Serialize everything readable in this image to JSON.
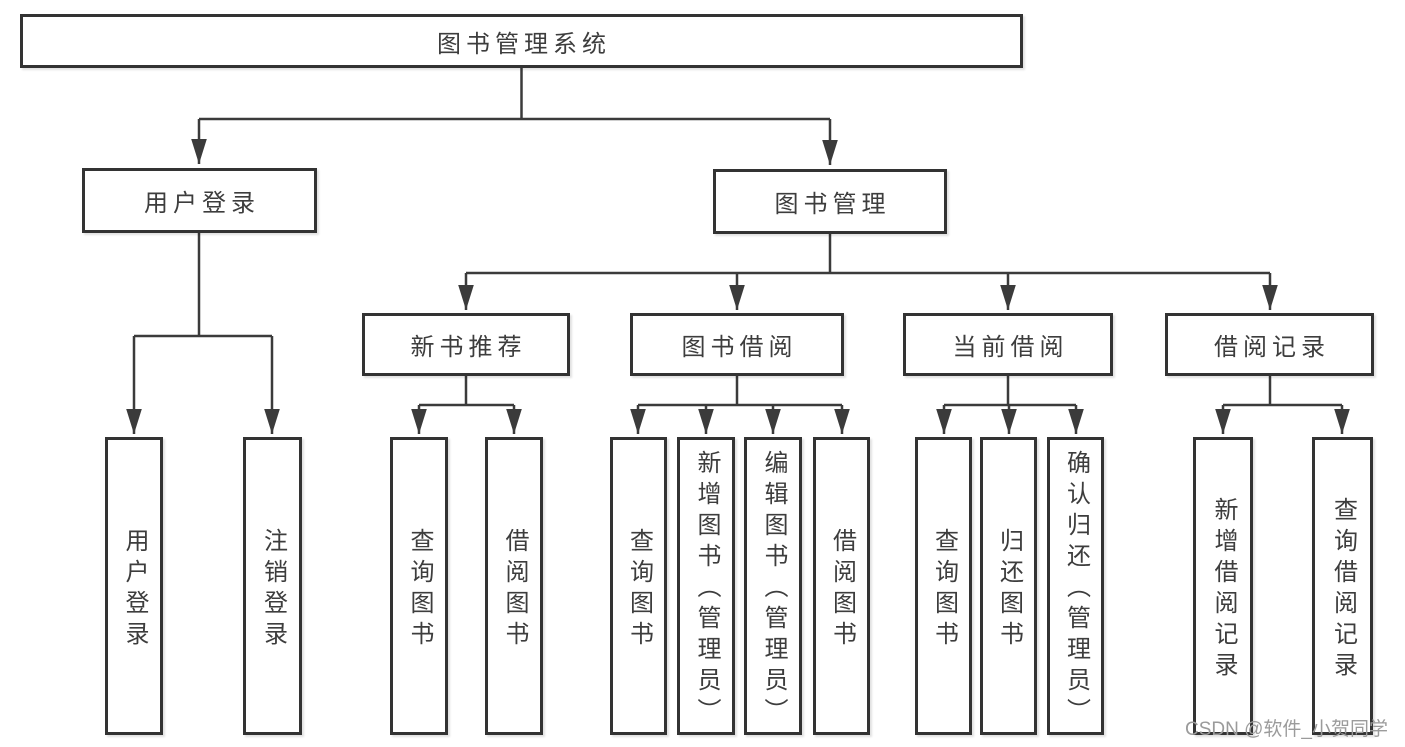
{
  "diagram": {
    "root": {
      "label": "图书管理系统"
    },
    "branches": [
      {
        "label": "用户登录",
        "leaves": [
          {
            "label": "用户登录"
          },
          {
            "label": "注销登录"
          }
        ]
      },
      {
        "label": "图书管理",
        "groups": [
          {
            "label": "新书推荐",
            "leaves": [
              {
                "label": "查询图书"
              },
              {
                "label": "借阅图书"
              }
            ]
          },
          {
            "label": "图书借阅",
            "leaves": [
              {
                "label": "查询图书"
              },
              {
                "label": "新增图书（管理员）"
              },
              {
                "label": "编辑图书（管理员）"
              },
              {
                "label": "借阅图书"
              }
            ]
          },
          {
            "label": "当前借阅",
            "leaves": [
              {
                "label": "查询图书"
              },
              {
                "label": "归还图书"
              },
              {
                "label": "确认归还（管理员）"
              }
            ]
          },
          {
            "label": "借阅记录",
            "leaves": [
              {
                "label": "新增借阅记录"
              },
              {
                "label": "查询借阅记录"
              }
            ]
          }
        ]
      }
    ]
  },
  "watermark": {
    "text": "CSDN @软件_小贺同学"
  },
  "colors": {
    "line": "#3b3b3b",
    "box_border": "#333333",
    "box_fill": "#ffffff",
    "text": "#3d3d3d",
    "watermark": "#9b9b9b",
    "background": "#ffffff"
  }
}
